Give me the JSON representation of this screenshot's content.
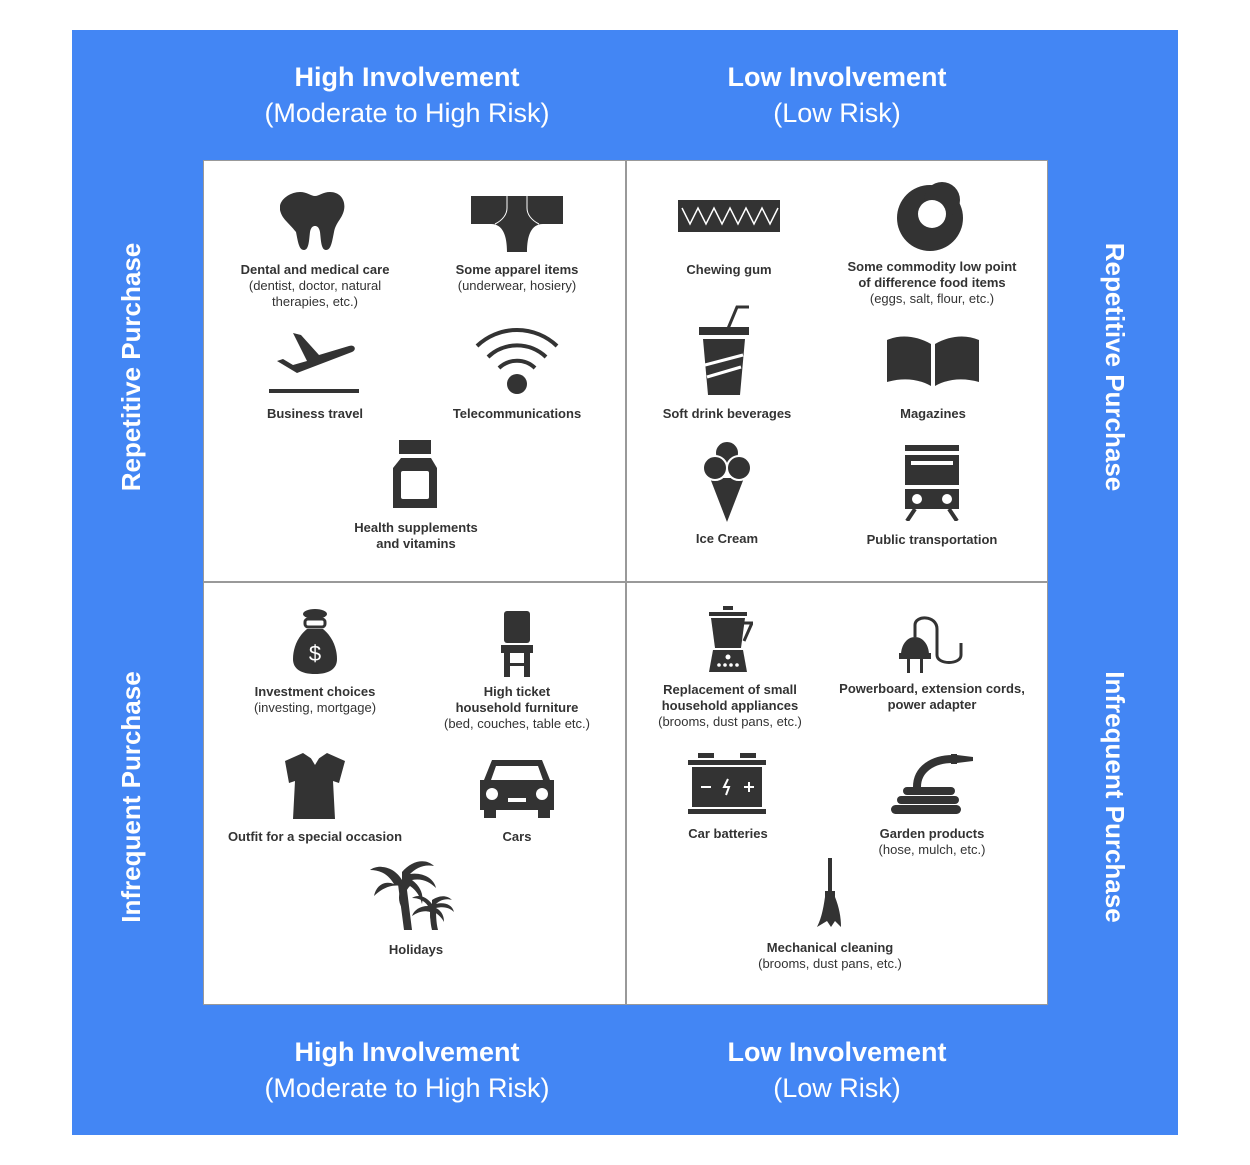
{
  "colors": {
    "frame": "#4386f4",
    "icon": "#333333"
  },
  "headers": {
    "top_left": {
      "title": "High Involvement",
      "sub": "(Moderate to High Risk)"
    },
    "top_right": {
      "title": "Low Involvement",
      "sub": "(Low Risk)"
    },
    "bottom_left": {
      "title": "High Involvement",
      "sub": "(Moderate to High Risk)"
    },
    "bottom_right": {
      "title": "Low Involvement",
      "sub": "(Low Risk)"
    }
  },
  "sides": {
    "left_top": "Repetitive Purchase",
    "left_bottom": "Infrequent Purchase",
    "right_top": "Repetitive Purchase",
    "right_bottom": "Infrequent Purchase"
  },
  "items": [
    {
      "id": "dental",
      "icon": "tooth-icon",
      "title": "Dental and medical care",
      "sub": "(dentist, doctor, natural\ntherapies, etc.)"
    },
    {
      "id": "apparel",
      "icon": "underwear-icon",
      "title": "Some apparel items",
      "sub": "(underwear, hosiery)"
    },
    {
      "id": "travel",
      "icon": "airplane-icon",
      "title": "Business travel",
      "sub": ""
    },
    {
      "id": "telecom",
      "icon": "wifi-icon",
      "title": "Telecommunications",
      "sub": ""
    },
    {
      "id": "health",
      "icon": "bottle-icon",
      "title": "Health supplements\nand vitamins",
      "sub": ""
    },
    {
      "id": "gum",
      "icon": "chewing-gum-icon",
      "title": "Chewing gum",
      "sub": ""
    },
    {
      "id": "commodity",
      "icon": "donut-icon",
      "title": "Some commodity low point\nof difference food items",
      "sub": "(eggs, salt, flour, etc.)"
    },
    {
      "id": "softdrink",
      "icon": "soft-drink-icon",
      "title": "Soft drink beverages",
      "sub": ""
    },
    {
      "id": "magazines",
      "icon": "book-icon",
      "title": "Magazines",
      "sub": ""
    },
    {
      "id": "icecream",
      "icon": "ice-cream-icon",
      "title": "Ice Cream",
      "sub": ""
    },
    {
      "id": "transport",
      "icon": "train-icon",
      "title": "Public transportation",
      "sub": ""
    },
    {
      "id": "investment",
      "icon": "money-bag-icon",
      "title": "Investment choices",
      "sub": "(investing, mortgage)"
    },
    {
      "id": "furniture",
      "icon": "chair-icon",
      "title": "High ticket\nhousehold furniture",
      "sub": "(bed, couches, table etc.)"
    },
    {
      "id": "outfit",
      "icon": "dress-icon",
      "title": "Outfit for a special occasion",
      "sub": ""
    },
    {
      "id": "cars",
      "icon": "car-icon",
      "title": "Cars",
      "sub": ""
    },
    {
      "id": "holidays",
      "icon": "palm-tree-icon",
      "title": "Holidays",
      "sub": ""
    },
    {
      "id": "appliances",
      "icon": "blender-icon",
      "title": "Replacement of small\nhousehold appliances",
      "sub": "(brooms, dust pans, etc.)"
    },
    {
      "id": "power",
      "icon": "plug-icon",
      "title": "Powerboard, extension cords,\npower adapter",
      "sub": ""
    },
    {
      "id": "battery",
      "icon": "battery-icon",
      "title": "Car batteries",
      "sub": ""
    },
    {
      "id": "garden",
      "icon": "hose-icon",
      "title": "Garden products",
      "sub": "(hose, mulch, etc.)"
    },
    {
      "id": "cleaning",
      "icon": "broom-icon",
      "title": "Mechanical cleaning",
      "sub": "(brooms, dust pans, etc.)"
    }
  ]
}
